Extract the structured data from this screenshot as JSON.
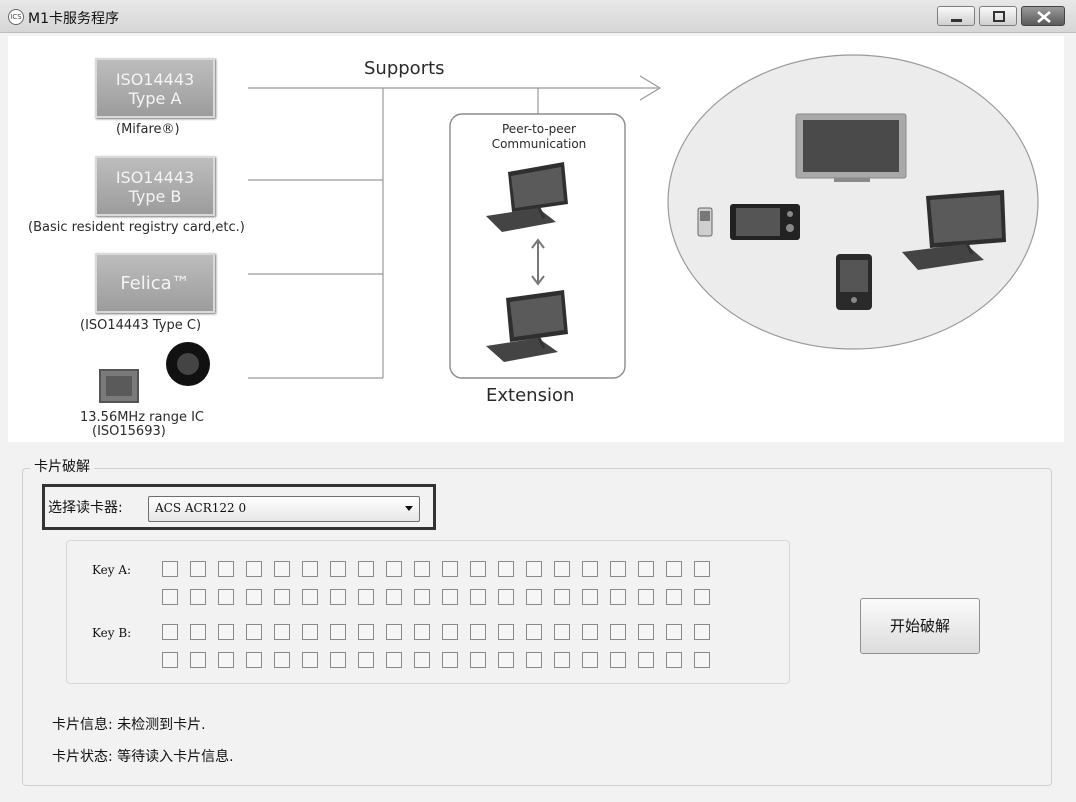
{
  "window": {
    "title": "M1卡服务程序",
    "app_icon": "card-reader-icon"
  },
  "banner": {
    "supports": "Supports",
    "extension": "Extension",
    "peer_line1": "Peer-to-peer",
    "peer_line2": "Communication",
    "type_a": {
      "line1": "ISO14443",
      "line2": "Type A",
      "caption": "(Mifare®)"
    },
    "type_b": {
      "line1": "ISO14443",
      "line2": "Type B",
      "caption": "(Basic resident registry card,etc.)"
    },
    "felica": {
      "line1": "Felica™",
      "caption": "(ISO14443 Type C)"
    },
    "ic": {
      "caption1": "13.56MHz range IC",
      "caption2": "(ISO15693)"
    }
  },
  "crack": {
    "group_title": "卡片破解",
    "reader_label": "选择读卡器:",
    "reader_value": "ACS ACR122 0",
    "key_a_label": "Key A:",
    "key_b_label": "Key B:",
    "start_button": "开始破解",
    "card_info": "卡片信息: 未检测到卡片.",
    "card_status": "卡片状态: 等待读入卡片信息."
  }
}
